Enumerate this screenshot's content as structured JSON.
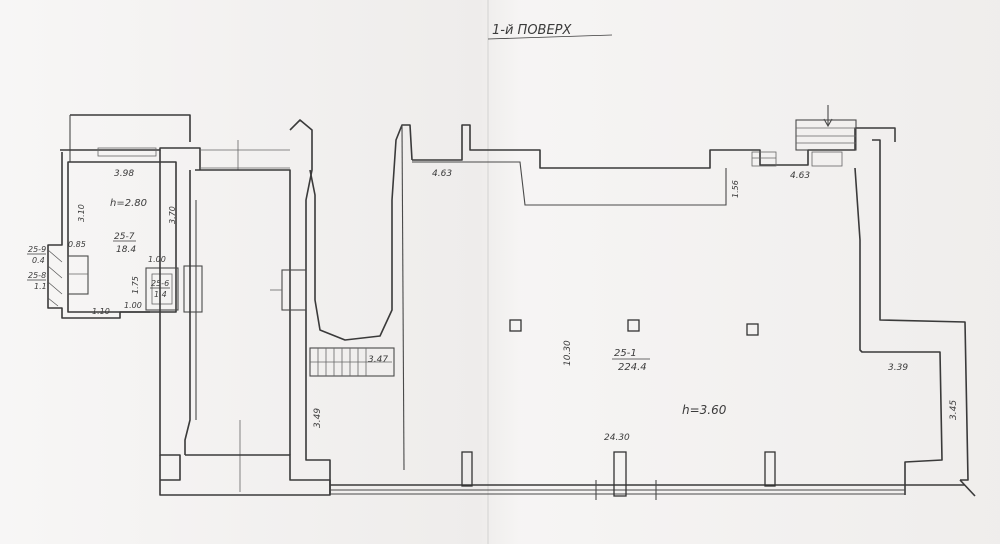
{
  "title": "1-й ПОВЕРХ",
  "rooms": {
    "r7": {
      "id": "25-7",
      "area": "18.4",
      "height": "h=2.80"
    },
    "r8": {
      "id": "25-8",
      "area": "1.1"
    },
    "r9": {
      "id": "25-9",
      "area": "0.4"
    },
    "r6": {
      "id": "25-6",
      "area": "1.4"
    },
    "r1": {
      "id": "25-1",
      "area": "224.4",
      "height": "h=3.60"
    }
  },
  "dims": {
    "d398": "3.98",
    "d370": "3.70",
    "d310": "3.10",
    "d085": "0.85",
    "d100a": "1.00",
    "d175": "1.75",
    "d110": "1.10",
    "d100b": "1.00",
    "d463a": "4.63",
    "d156": "1.56",
    "d463b": "4.63",
    "d1030": "10.30",
    "d2430": "24.30",
    "d349": "3.49",
    "d347": "3.47",
    "d339": "3.39",
    "d345": "3.45"
  }
}
